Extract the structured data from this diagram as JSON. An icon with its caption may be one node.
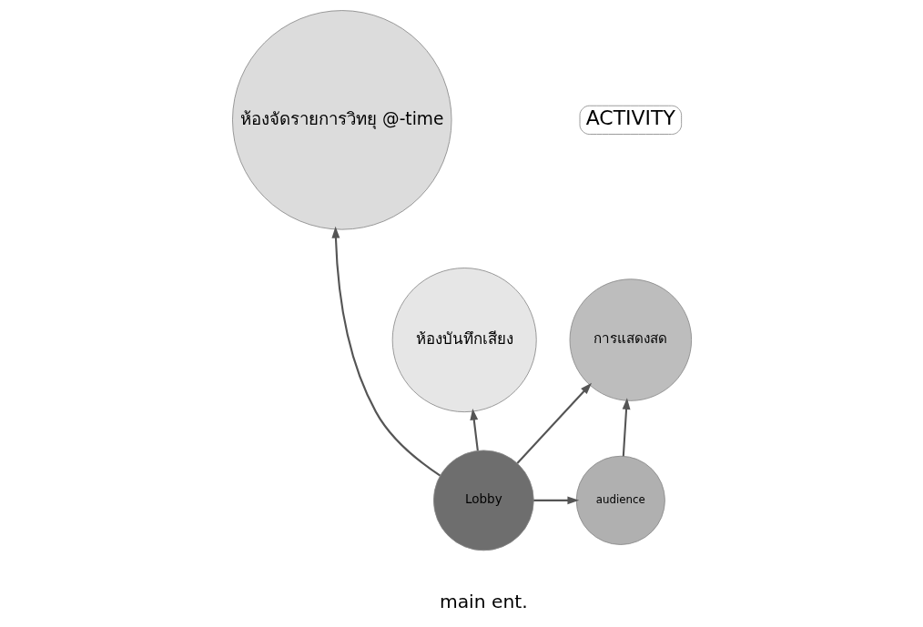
{
  "diagram": {
    "nodes": [
      {
        "text": [
          "ACTIVITY"
        ]
      },
      {
        "text": [
          "ห้องจัดรายการวิทยุ @-time"
        ]
      },
      {
        "text": [
          "การแสดงสด"
        ]
      },
      {
        "text": [
          "ห้องบันทึกเสียง"
        ]
      },
      {
        "text": [
          "audience"
        ]
      },
      {
        "text": [
          "Lobby"
        ],
        "beside": [
          "main ent."
        ]
      }
    ],
    "edges": [
      {
        "from": 5,
        "to": 1,
        "arrow": "to"
      },
      {
        "from": 5,
        "to": 2,
        "arrow": "to"
      },
      {
        "from": 5,
        "to": 3,
        "arrow": "to"
      },
      {
        "from": 5,
        "to": 4,
        "arrow": "to"
      },
      {
        "from": 4,
        "to": 2,
        "arrow": "to"
      }
    ]
  }
}
